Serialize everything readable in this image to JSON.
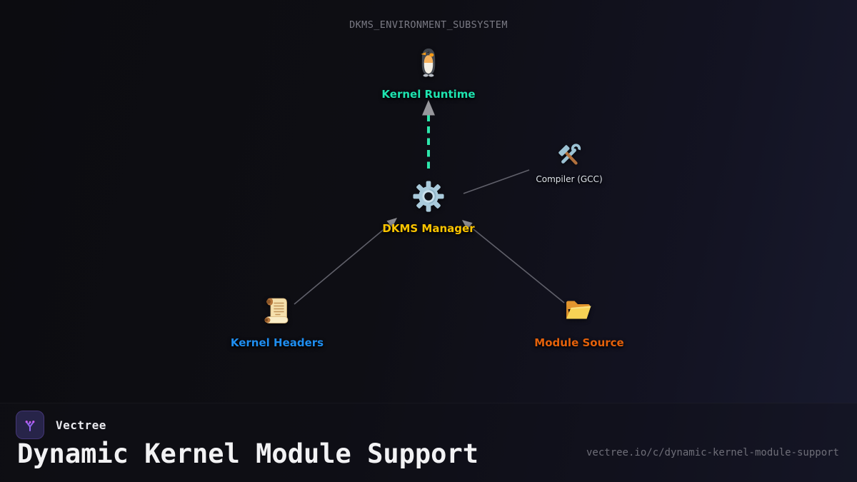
{
  "diagram": {
    "title": "DKMS_ENVIRONMENT_SUBSYSTEM",
    "nodes": [
      {
        "id": "kernel-runtime",
        "label": "Kernel Runtime",
        "icon": "penguin-icon",
        "color": "#1ee4b0"
      },
      {
        "id": "dkms-manager",
        "label": "DKMS Manager",
        "icon": "gear-icon",
        "color": "#fdc500"
      },
      {
        "id": "compiler-gcc",
        "label": "Compiler (GCC)",
        "icon": "hammer-wrench-icon",
        "color": "#dfe4ea"
      },
      {
        "id": "kernel-headers",
        "label": "Kernel Headers",
        "icon": "scroll-icon",
        "color": "#1f8ef0"
      },
      {
        "id": "module-source",
        "label": "Module Source",
        "icon": "open-folder-icon",
        "color": "#e4610b"
      }
    ],
    "edges": [
      {
        "from": "dkms-manager",
        "to": "kernel-runtime",
        "style": "dashed",
        "color": "#2de6ab",
        "arrow": true
      },
      {
        "from": "kernel-headers",
        "to": "dkms-manager",
        "style": "solid",
        "color": "#62626a",
        "arrow": true
      },
      {
        "from": "module-source",
        "to": "dkms-manager",
        "style": "solid",
        "color": "#62626a",
        "arrow": true
      },
      {
        "from": "dkms-manager",
        "to": "compiler-gcc",
        "style": "solid",
        "color": "#62626a",
        "arrow": false
      }
    ]
  },
  "footer": {
    "brand": "Vectree",
    "logo_icon": "vectree-branch-icon",
    "title": "Dynamic Kernel Module Support",
    "url": "vectree.io/c/dynamic-kernel-module-support"
  }
}
